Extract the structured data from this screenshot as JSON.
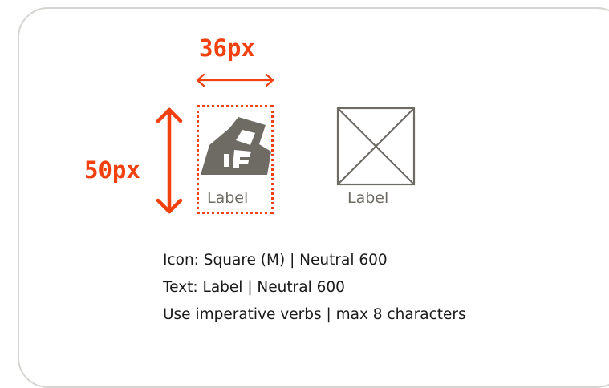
{
  "dimensions": {
    "width_label": "36px",
    "height_label": "50px"
  },
  "examples": [
    {
      "label": "Label",
      "icon": "custom-shape-icon"
    },
    {
      "label": "Label",
      "icon": "placeholder-square-icon"
    }
  ],
  "spec": {
    "line1": "Icon: Square (M) | Neutral 600",
    "line2": "Text: Label | Neutral 600",
    "line3": "Use imperative verbs | max 8 characters"
  },
  "colors": {
    "accent": "#f2400f",
    "neutral_600": "#6e6b65",
    "card_border": "#d6d4d0",
    "text": "#1a1a1a"
  }
}
